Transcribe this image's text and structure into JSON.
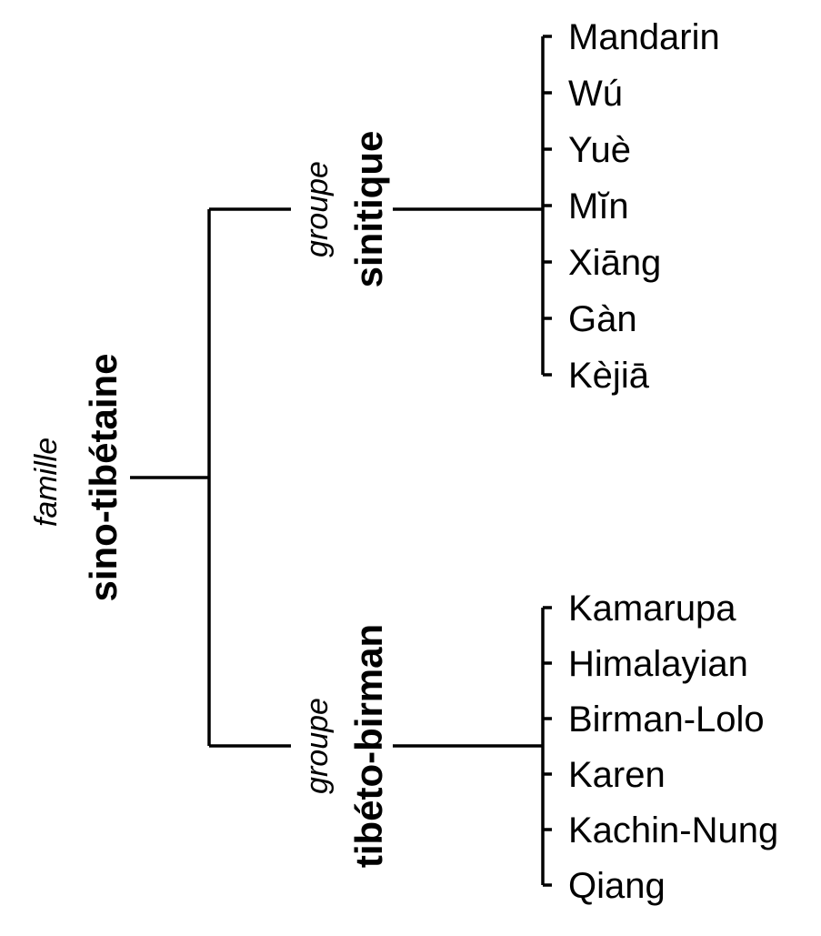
{
  "family": {
    "kind": "famille",
    "name": "sino-tibétaine"
  },
  "groups": [
    {
      "kind": "groupe",
      "name": "sinitique",
      "leaves": [
        "Mandarin",
        "Wú",
        "Yuè",
        "Mĭn",
        "Xiāng",
        "Gàn",
        "Kèjiā"
      ]
    },
    {
      "kind": "groupe",
      "name": "tibéto-birman",
      "leaves": [
        "Kamarupa",
        "Himalayian",
        "Birman-Lolo",
        "Karen",
        "Kachin-Nung",
        "Qiang"
      ]
    }
  ]
}
